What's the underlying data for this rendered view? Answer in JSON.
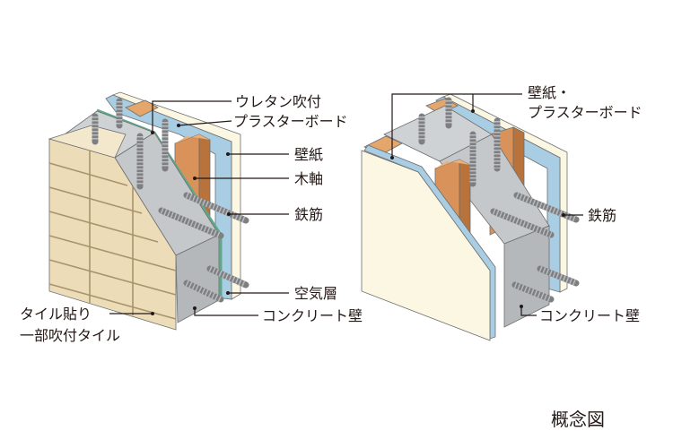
{
  "left_diagram": {
    "labels": {
      "urethane": "ウレタン吹付",
      "plasterboard": "プラスターボード",
      "wallpaper": "壁紙",
      "wood_frame": "木軸",
      "rebar": "鉄筋",
      "air_layer": "空気層",
      "concrete_wall": "コンクリート壁",
      "tile_line1": "タイル貼り",
      "tile_line2": "一部吹付タイル"
    }
  },
  "right_diagram": {
    "labels": {
      "wallpaper_line1": "壁紙・",
      "wallpaper_line2": "プラスターボード",
      "rebar": "鉄筋",
      "concrete_wall": "コンクリート壁"
    }
  },
  "caption": "概念図",
  "colors": {
    "concrete": "#c8ccce",
    "insulation": "#a9cde3",
    "wood": "#d9935a",
    "board": "#fbf7e3",
    "tile": "#ecdcb8",
    "film": "#5fa98a"
  }
}
